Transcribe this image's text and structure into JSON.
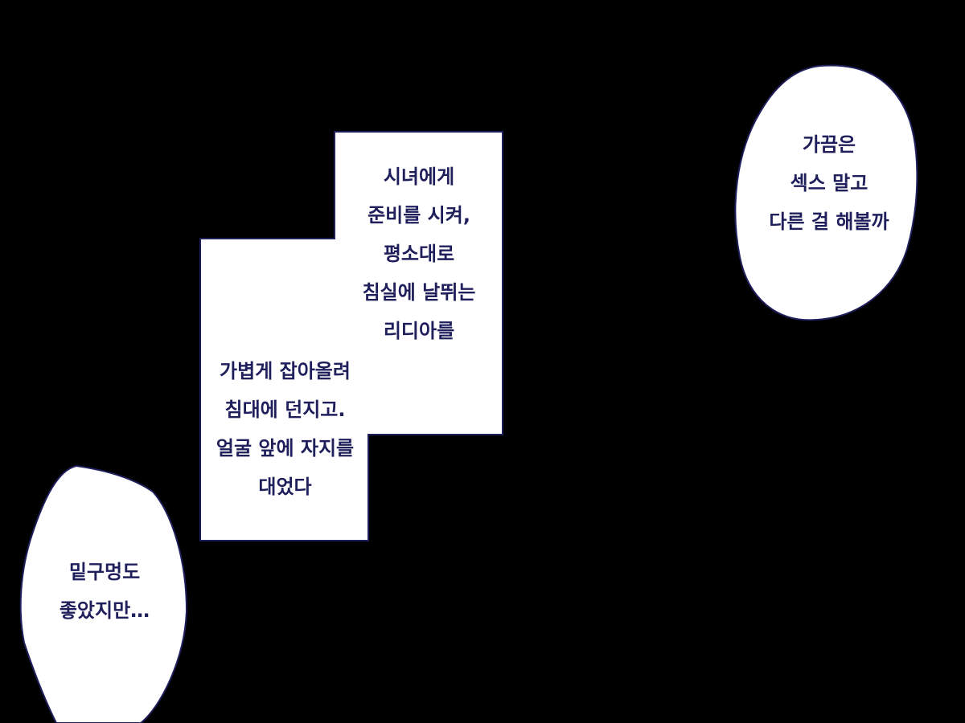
{
  "colors": {
    "background": "#000000",
    "bubble_fill": "#ffffff",
    "bubble_outline": "#1f1f5c",
    "text": "#1f1f5c"
  },
  "narration_upper": {
    "lines": [
      "시녀에게",
      "준비를 시켜,",
      "평소대로",
      "침실에 날뛰는",
      "리디아를"
    ]
  },
  "narration_lower": {
    "lines": [
      "가볍게 잡아올려",
      "침대에 던지고.",
      "얼굴 앞에 자지를",
      "대었다"
    ]
  },
  "thought_right": {
    "lines": [
      "가끔은",
      "섹스 말고",
      "다른 걸 해볼까"
    ]
  },
  "thought_left": {
    "lines": [
      "밑구멍도",
      "좋았지만…"
    ]
  }
}
